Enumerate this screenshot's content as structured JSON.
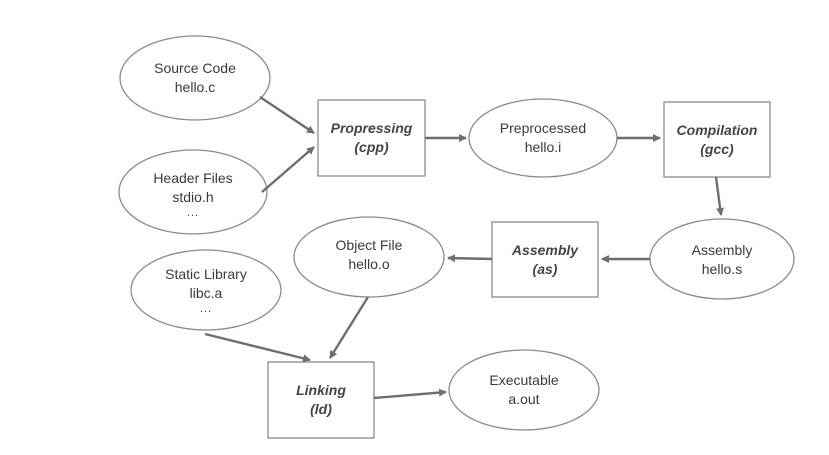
{
  "nodes": {
    "source_code": {
      "line1": "Source Code",
      "line2": "hello.c"
    },
    "header_files": {
      "line1": "Header Files",
      "line2": "stdio.h",
      "line3": "..."
    },
    "preprocessing": {
      "line1": "Propressing",
      "line2": "(cpp)"
    },
    "preprocessed": {
      "line1": "Preprocessed",
      "line2": "hello.i"
    },
    "compilation": {
      "line1": "Compilation",
      "line2": "(gcc)"
    },
    "assembly_file": {
      "line1": "Assembly",
      "line2": "hello.s"
    },
    "assembly": {
      "line1": "Assembly",
      "line2": "(as)"
    },
    "object_file": {
      "line1": "Object File",
      "line2": "hello.o"
    },
    "static_library": {
      "line1": "Static Library",
      "line2": "libc.a",
      "line3": "..."
    },
    "linking": {
      "line1": "Linking",
      "line2": "(ld)"
    },
    "executable": {
      "line1": "Executable",
      "line2": "a.out"
    }
  },
  "colors": {
    "stroke": "#8a8a8a",
    "arrow": "#6e6e6e",
    "text": "#3a3a3a"
  }
}
